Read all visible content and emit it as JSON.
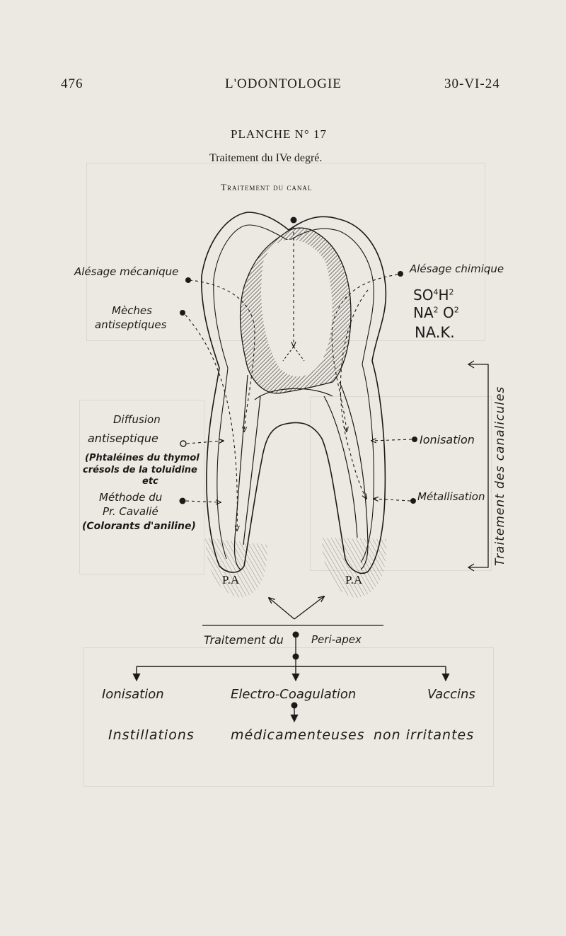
{
  "header": {
    "page_number": "476",
    "journal": "L'ODONTOLOGIE",
    "date": "30-VI-24"
  },
  "plate": {
    "title": "PLANCHE N° 17",
    "subtitle": "Traitement du IVe degré.",
    "section": "Traitement du canal"
  },
  "labels_left": {
    "alesage_mecanique": "Alésage mécanique",
    "meches_1": "Mèches",
    "meches_2": "antiseptiques",
    "diffusion_1": "Diffusion",
    "diffusion_2": "antiseptique",
    "phtaleines_1": "(Phtaléines du thymol",
    "phtaleines_2": "crésols de la toluidine",
    "phtaleines_3": "etc",
    "methode_1": "Méthode du",
    "methode_2": "Pr. Cavalié",
    "methode_3": "(Colorants d'aniline)"
  },
  "labels_right": {
    "alesage_chimique": "Alésage chimique",
    "formula_1": "SO4H2",
    "formula_2": "NA2O2",
    "formula_3": "NA.K.",
    "ionisation": "Ionisation",
    "metallisation": "Métallisation",
    "canalicules": "Traitement des canalicules"
  },
  "apex_labels": {
    "left": "P.A",
    "right": "P.A"
  },
  "periapex": {
    "label_left": "Traitement du",
    "label_right": "Peri-apex",
    "ionisation": "Ionisation",
    "electro": "Electro-Coagulation",
    "vaccins": "Vaccins",
    "instillations": "Instillations",
    "medicamenteuses": "médicamenteuses",
    "non_irritantes": "non irritantes"
  }
}
